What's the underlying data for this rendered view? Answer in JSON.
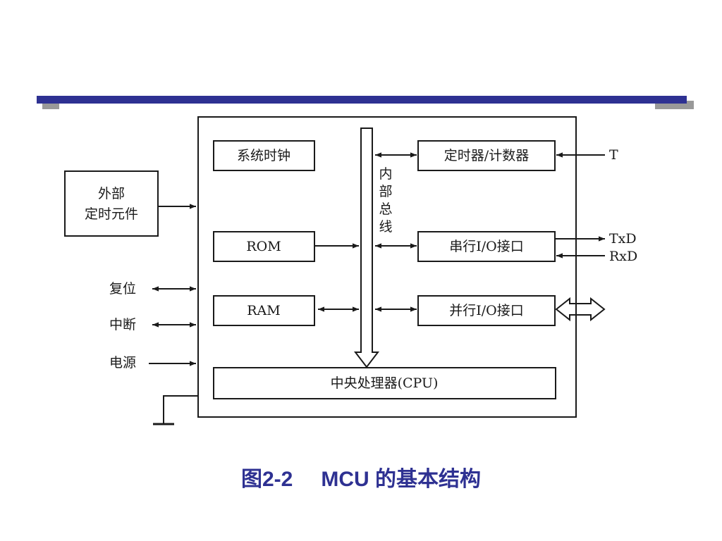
{
  "diagram": {
    "system_clock": "系统时钟",
    "timer_counter": "定时器/计数器",
    "rom": "ROM",
    "ram": "RAM",
    "serial_io": "串行I/O接口",
    "parallel_io": "并行I/O接口",
    "cpu": "中央处理器(CPU)",
    "bus_label": [
      "内",
      "部",
      "总",
      "线"
    ],
    "external_timing": [
      "外部",
      "定时元件"
    ],
    "reset": "复位",
    "interrupt": "中断",
    "power": "电源",
    "t_pin": "T",
    "txd": "TxD",
    "rxd": "RxD"
  },
  "caption": {
    "figure_number": "图2-2",
    "title": "MCU 的基本结构"
  },
  "colors": {
    "accent": "#2E3192",
    "shadow": "#999999",
    "line": "#1a1a1a"
  }
}
